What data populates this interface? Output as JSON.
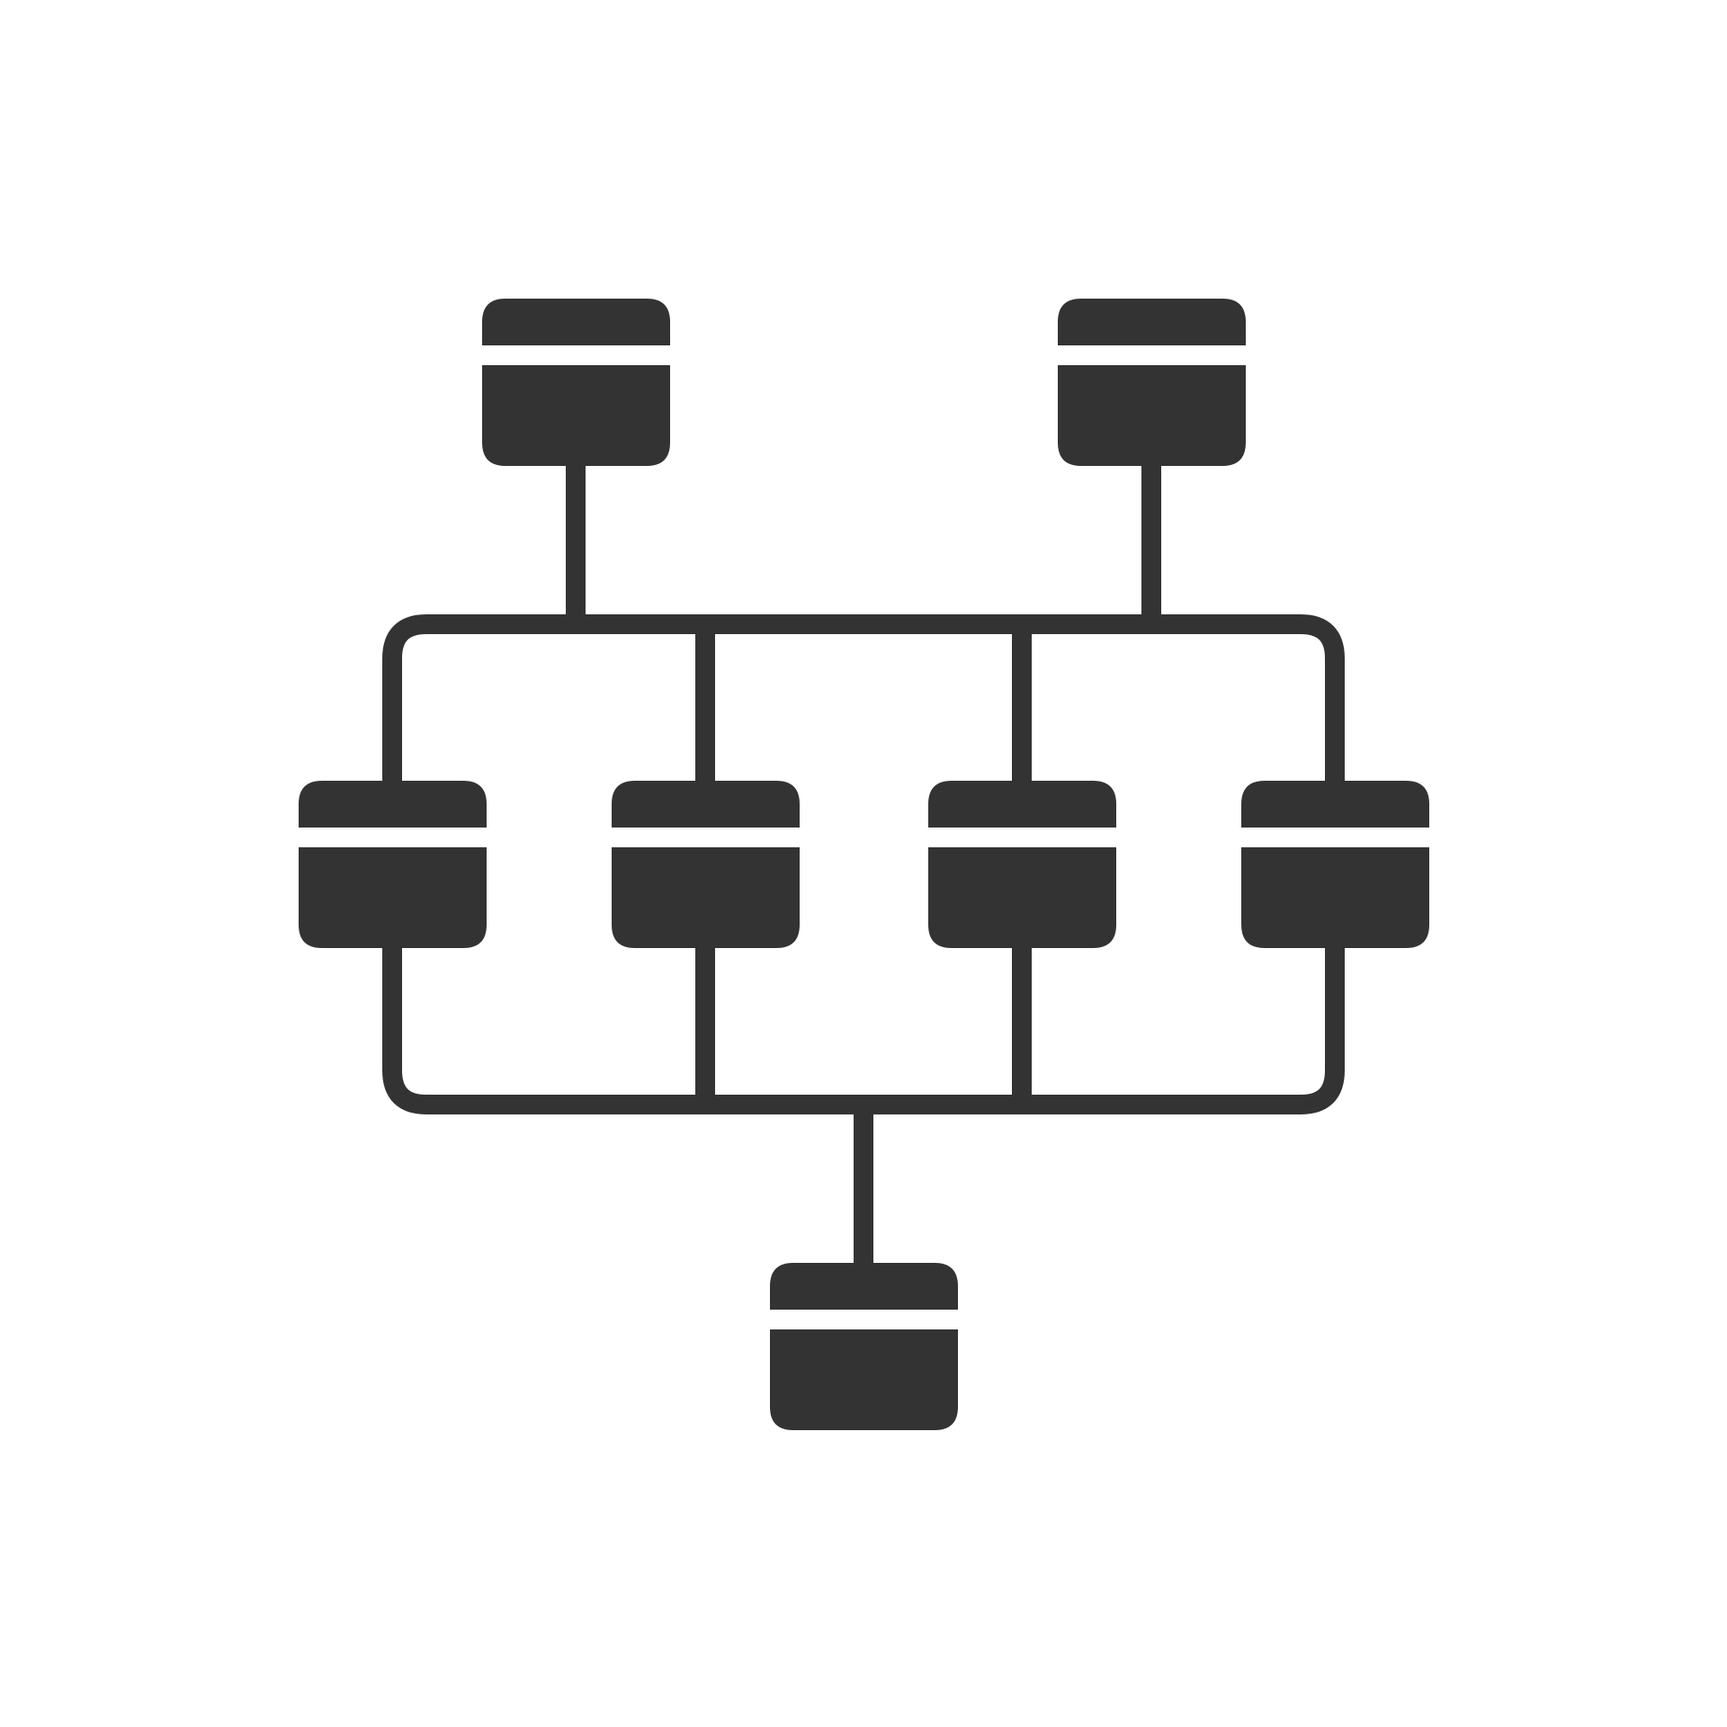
{
  "diagram": {
    "type": "hierarchy-flowchart-icon",
    "colors": {
      "background": "#ffffff",
      "ink": "#333333"
    },
    "levels": [
      {
        "level": 1,
        "node_count": 2
      },
      {
        "level": 2,
        "node_count": 4
      },
      {
        "level": 3,
        "node_count": 1
      }
    ],
    "node_style": "rounded-card-with-header-band",
    "connector_style": "rounded-orthogonal-lines"
  }
}
